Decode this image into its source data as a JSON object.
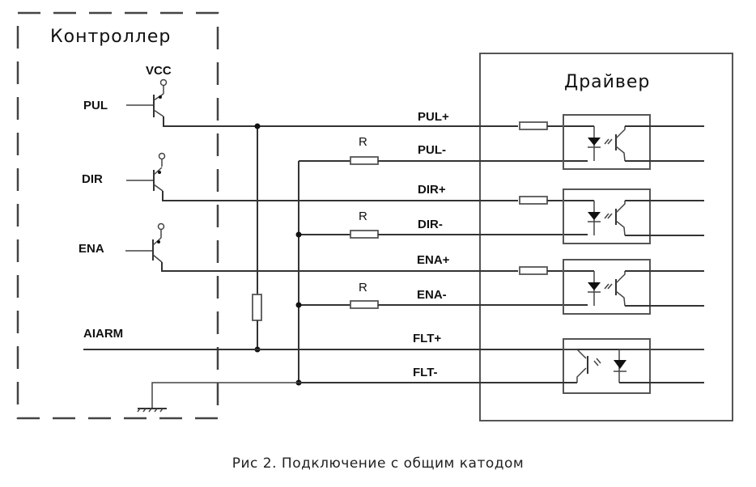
{
  "controller": {
    "title": "Контроллер",
    "vcc_label": "VCC",
    "signals": [
      "PUL",
      "DIR",
      "ENA"
    ],
    "alarm_label": "AIARM"
  },
  "driver": {
    "title": "Драйвер",
    "terminals": [
      "PUL+",
      "PUL-",
      "DIR+",
      "DIR-",
      "ENA+",
      "ENA-",
      "FLT+",
      "FLT-"
    ]
  },
  "resistor_label": "R",
  "caption": "Рис 2. Подключение с общим катодом"
}
